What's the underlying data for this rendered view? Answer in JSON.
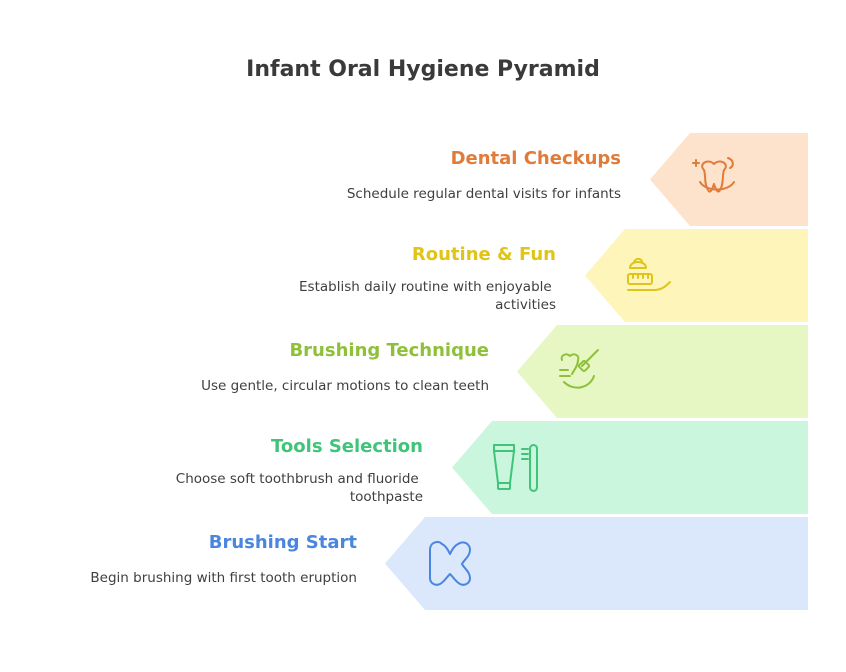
{
  "title": "Infant Oral Hygiene Pyramid",
  "tiers": [
    {
      "title": "Dental Checkups",
      "description_lines": [
        "Schedule regular dental visits for infants"
      ],
      "icon": "tooth-icon",
      "title_color": "#e07b39",
      "band_color": "#fde2cc"
    },
    {
      "title": "Routine & Fun",
      "description_lines": [
        "Establish daily routine with enjoyable",
        "activities"
      ],
      "icon": "toothbrush-with-paste-icon",
      "title_color": "#e0c418",
      "band_color": "#fdf5b9"
    },
    {
      "title": "Brushing Technique",
      "description_lines": [
        "Use gentle, circular motions to clean teeth"
      ],
      "icon": "brushing-tooth-icon",
      "title_color": "#8ec03a",
      "band_color": "#e6f7c4"
    },
    {
      "title": "Tools Selection",
      "description_lines": [
        "Choose soft toothbrush and fluoride",
        "toothpaste"
      ],
      "icon": "toothpaste-and-brush-icon",
      "title_color": "#3fc47a",
      "band_color": "#c9f6dd"
    },
    {
      "title": "Brushing Start",
      "description_lines": [
        "Begin brushing with first tooth eruption"
      ],
      "icon": "baby-tooth-icon",
      "title_color": "#4a86e0",
      "band_color": "#dbe7fb"
    }
  ]
}
